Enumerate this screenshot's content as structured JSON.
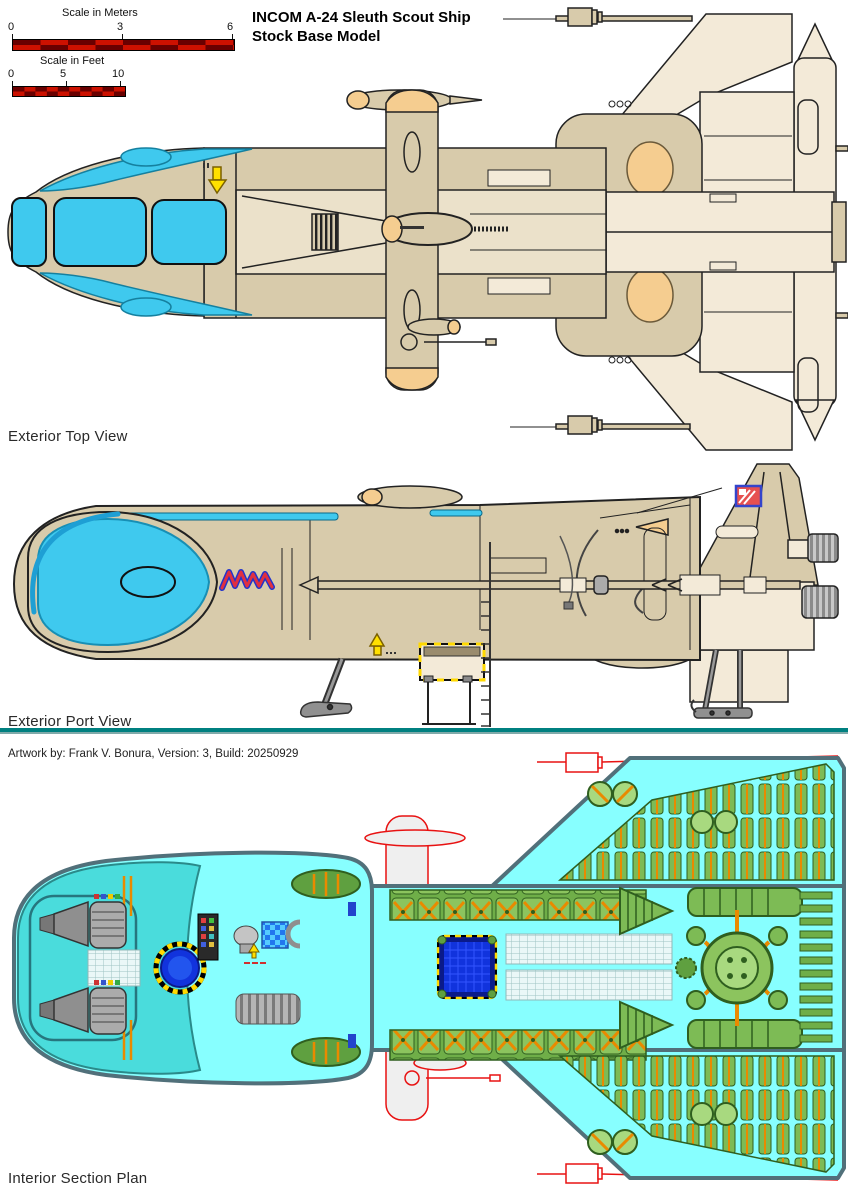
{
  "header": {
    "title_line1": "INCOM A-24 Sleuth Scout Ship",
    "title_line2": "Stock Base Model"
  },
  "scale_bars": {
    "meters": {
      "label": "Scale in Meters",
      "ticks": [
        "0",
        "3",
        "6"
      ]
    },
    "feet": {
      "label": "Scale in Feet",
      "ticks": [
        "0",
        "5",
        "10"
      ]
    }
  },
  "views": {
    "top": {
      "label": "Exterior Top View"
    },
    "port": {
      "label": "Exterior Port View"
    },
    "interior": {
      "label": "Interior Section Plan"
    }
  },
  "credit": "Artwork by: Frank V. Bonura, Version: 3, Build: 20250929",
  "palette": {
    "hull_tan": "#D8CBAB",
    "hull_cream": "#F3EAD8",
    "accent_orange": "#F5CD90",
    "canopy_cyan": "#3FC9EE",
    "scale_red": "#CC1100",
    "scale_dark_red": "#690000",
    "ground_teal": "#008080",
    "interior_floor_cyan": "#87FFFF",
    "cockpit_teal": "#4ADCDC",
    "machinery_green": "#7DBB55",
    "pipe_orange": "#E98A00",
    "exterior_outline_red": "#E81212",
    "hatch_blue": "#1133DD",
    "hazard_yellow": "#FFD900"
  }
}
